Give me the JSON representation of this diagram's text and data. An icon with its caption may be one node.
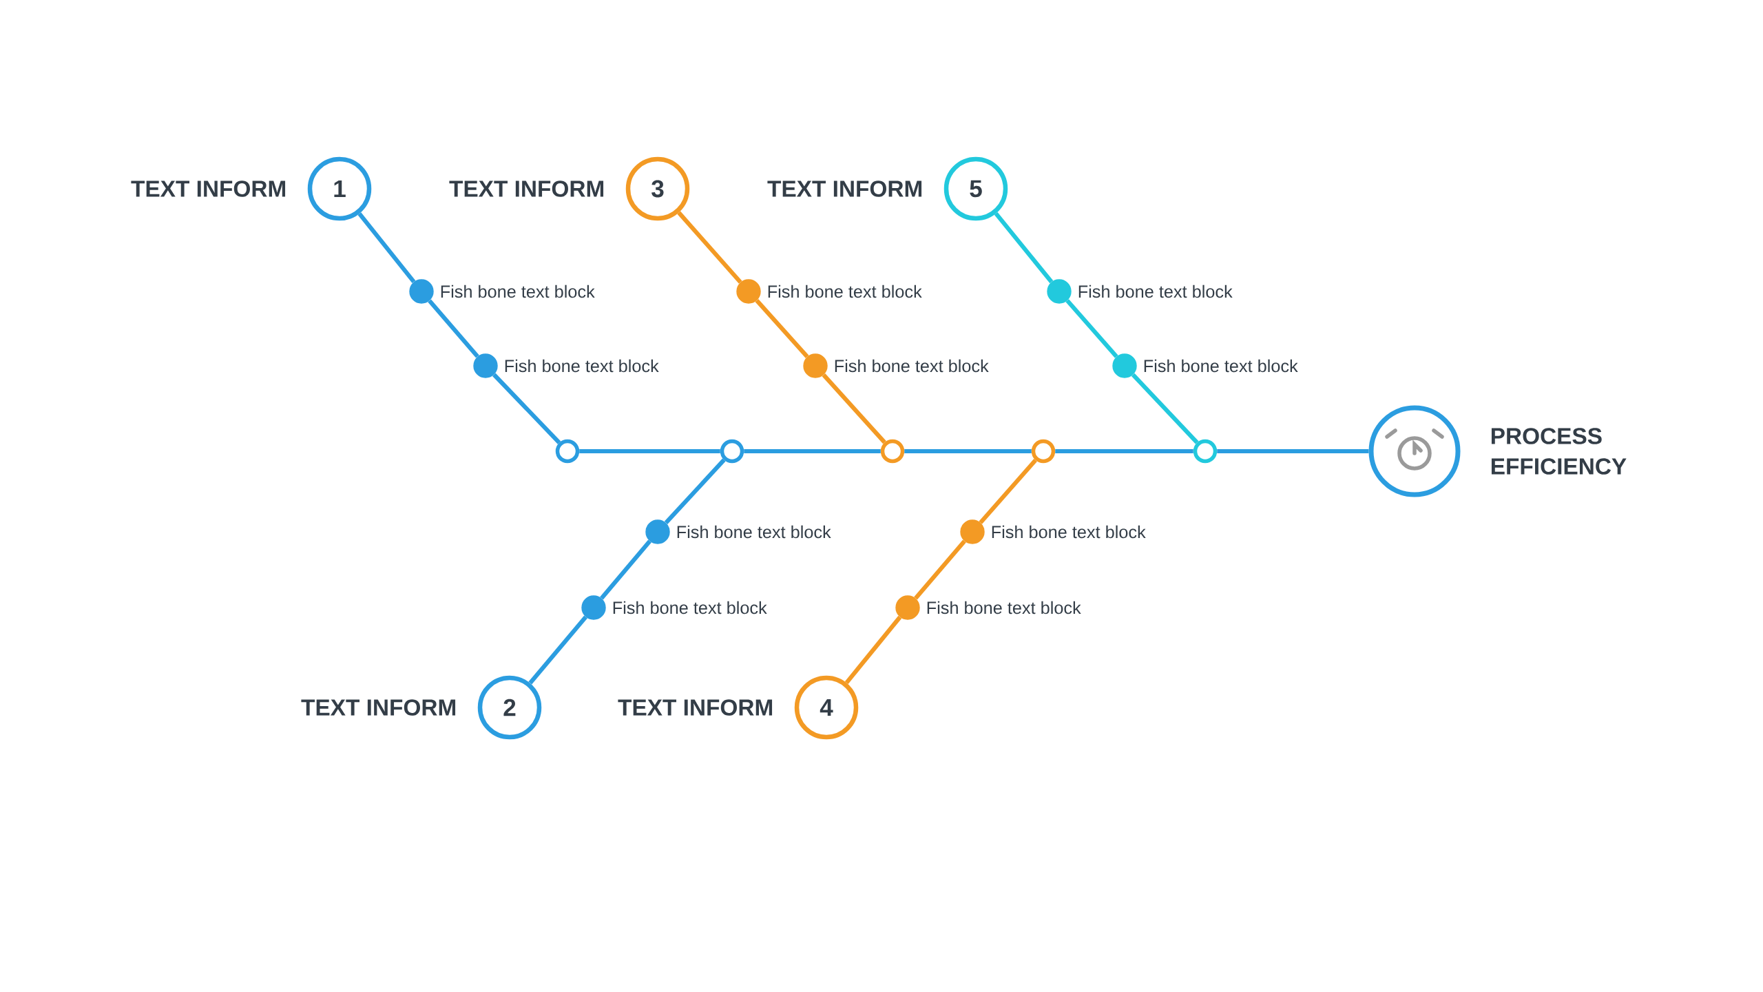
{
  "diagram": {
    "nodes": [
      {
        "text": [
          "1"
        ],
        "beside": [
          "TEXT INFORM"
        ]
      },
      {
        "text": [],
        "shape": "circle",
        "beside": [
          "Fish bone text block"
        ]
      },
      {
        "text": [],
        "shape": "circle",
        "beside": [
          "Fish bone text block"
        ]
      },
      {
        "text": [
          "3"
        ],
        "beside": [
          "TEXT INFORM"
        ]
      },
      {
        "text": [],
        "shape": "circle",
        "beside": [
          "Fish bone text block"
        ]
      },
      {
        "text": [],
        "shape": "circle",
        "beside": [
          "Fish bone text block"
        ]
      },
      {
        "text": [
          "5"
        ],
        "beside": [
          "TEXT INFORM"
        ]
      },
      {
        "text": [],
        "shape": "circle",
        "beside": [
          "Fish bone text block"
        ]
      },
      {
        "text": [],
        "shape": "circle",
        "beside": [
          "Fish bone text block"
        ]
      },
      {
        "text": [],
        "shape": "circle"
      },
      {
        "text": [],
        "shape": "circle"
      },
      {
        "text": [],
        "shape": "circle"
      },
      {
        "text": [],
        "shape": "circle"
      },
      {
        "text": [],
        "shape": "circle"
      },
      {
        "text": [],
        "shape": "circle",
        "beside": [
          "PROCESS EFFICIENCY"
        ]
      },
      {
        "text": [],
        "shape": "circle",
        "beside": [
          "Fish bone text block"
        ]
      },
      {
        "text": [],
        "shape": "circle",
        "beside": [
          "Fish bone text block"
        ]
      },
      {
        "text": [],
        "shape": "circle",
        "beside": [
          "Fish bone text block"
        ]
      },
      {
        "text": [],
        "shape": "circle",
        "beside": [
          "Fish bone text block"
        ]
      },
      {
        "text": [
          "2"
        ],
        "beside": [
          "TEXT INFORM"
        ]
      },
      {
        "text": [
          "4"
        ],
        "beside": [
          "TEXT INFORM"
        ]
      }
    ],
    "edges": [
      {
        "from": 0,
        "to": 1,
        "arrow": "none"
      },
      {
        "from": 1,
        "to": 2,
        "arrow": "none"
      },
      {
        "from": 2,
        "to": 9,
        "arrow": "none"
      },
      {
        "from": 3,
        "to": 4,
        "arrow": "none",
        "color": "#f39a24"
      },
      {
        "from": 4,
        "to": 5,
        "arrow": "none",
        "color": "#f39a24"
      },
      {
        "from": 5,
        "to": 11,
        "arrow": "none",
        "color": "#f39a24"
      },
      {
        "from": 6,
        "to": 7,
        "arrow": "none",
        "color": "#22c9dd"
      },
      {
        "from": 7,
        "to": 8,
        "arrow": "none",
        "color": "#22c9dd"
      },
      {
        "from": 8,
        "to": 13,
        "arrow": "none",
        "color": "#22c9dd"
      },
      {
        "from": 9,
        "to": 10,
        "arrow": "none"
      },
      {
        "from": 10,
        "to": 11,
        "arrow": "none"
      },
      {
        "from": 11,
        "to": 12,
        "arrow": "none"
      },
      {
        "from": 12,
        "to": 13,
        "arrow": "none"
      },
      {
        "from": 13,
        "to": 14,
        "arrow": "none"
      },
      {
        "from": 19,
        "to": 16,
        "arrow": "none"
      },
      {
        "from": 16,
        "to": 15,
        "arrow": "none"
      },
      {
        "from": 15,
        "to": 10,
        "arrow": "none"
      },
      {
        "from": 20,
        "to": 18,
        "arrow": "none",
        "color": "#f39a24"
      },
      {
        "from": 18,
        "to": 17,
        "arrow": "none",
        "color": "#f39a24"
      },
      {
        "from": 17,
        "to": 12,
        "arrow": "none",
        "color": "#f39a24"
      }
    ]
  }
}
